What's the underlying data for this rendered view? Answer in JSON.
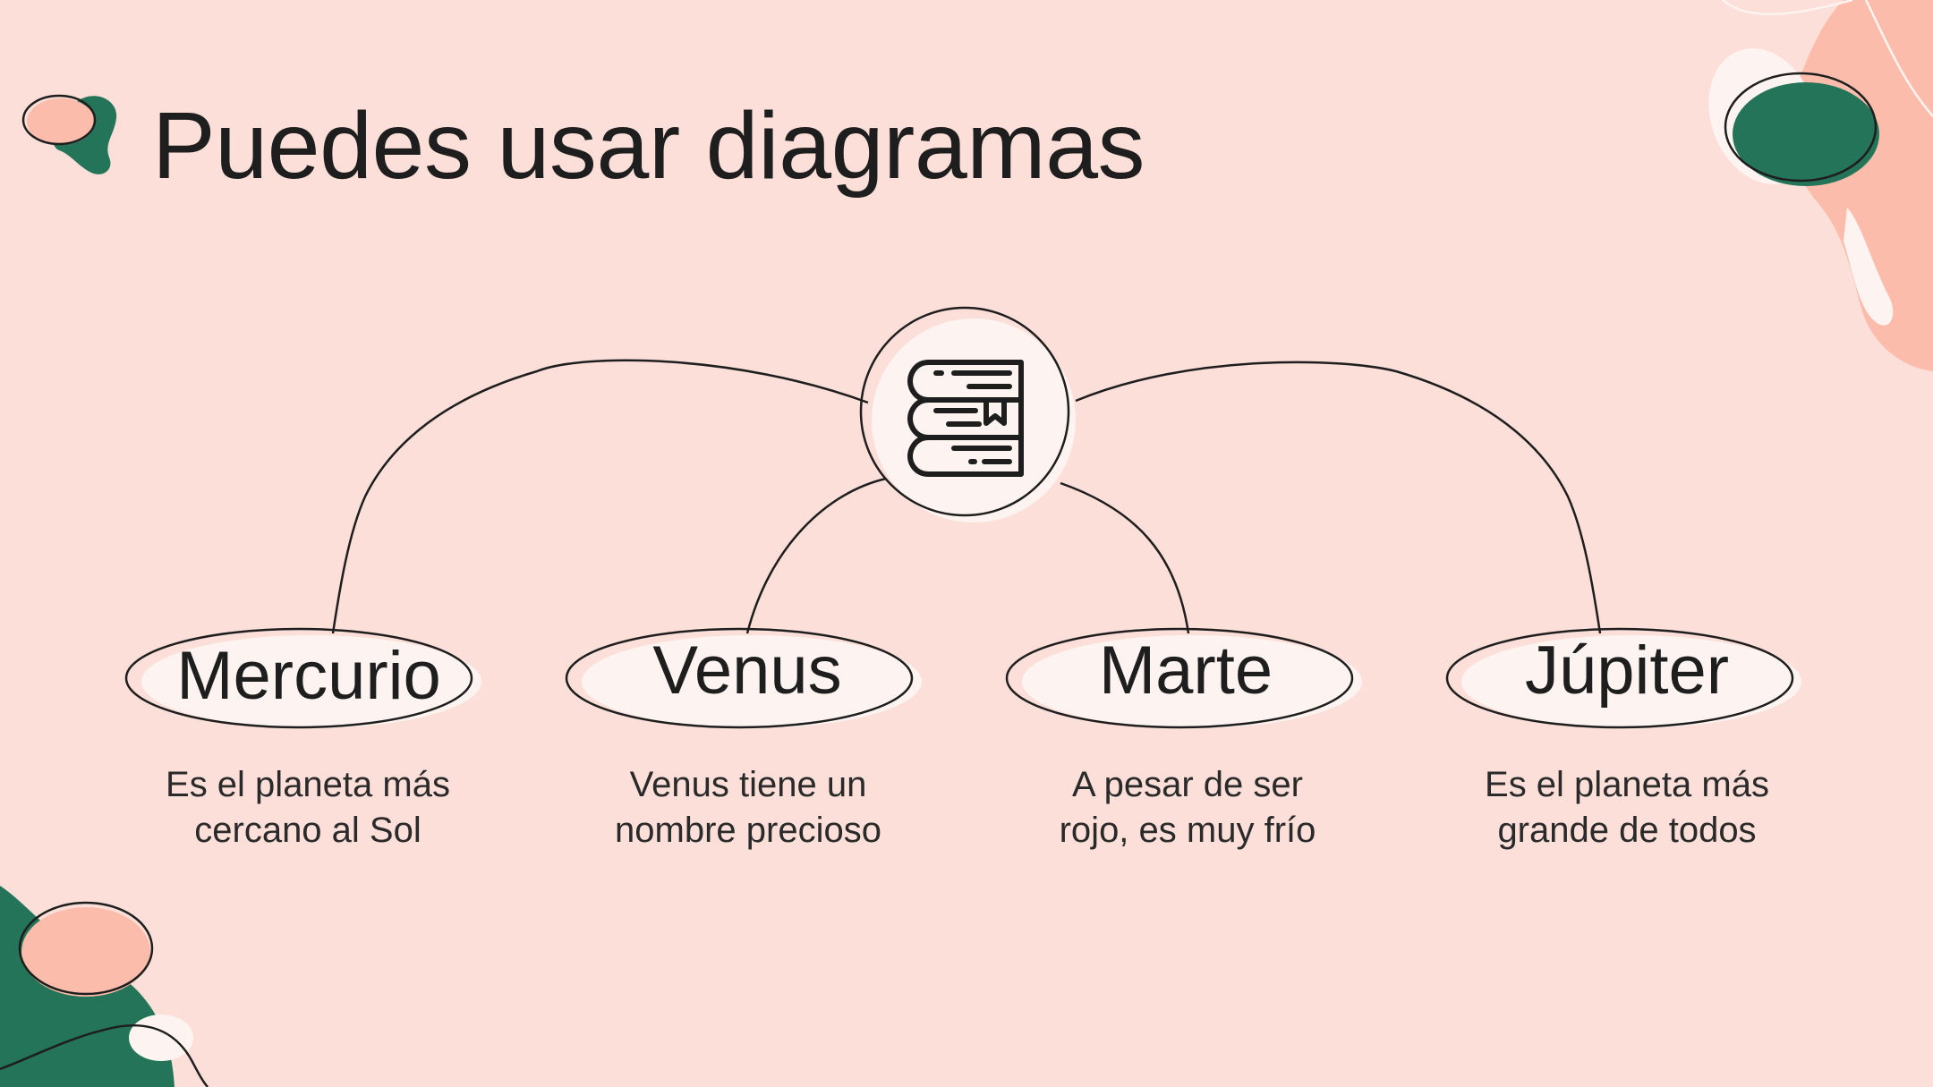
{
  "slide": {
    "title": "Puedes usar diagramas",
    "colors": {
      "background": "#fcdfd8",
      "coral": "#fbbcab",
      "green": "#237459",
      "cream": "#fdf4f1",
      "ink": "#1e1e1e"
    }
  },
  "diagram": {
    "center_icon": "books-icon",
    "nodes": [
      {
        "label": "Mercurio",
        "description": [
          "Es el planeta más",
          "cercano al Sol"
        ]
      },
      {
        "label": "Venus",
        "description": [
          "Venus tiene un",
          "nombre precioso"
        ]
      },
      {
        "label": "Marte",
        "description": [
          "A pesar de ser",
          "rojo, es muy frío"
        ]
      },
      {
        "label": "Júpiter",
        "description": [
          "Es el planeta más",
          "grande de todos"
        ]
      }
    ]
  }
}
